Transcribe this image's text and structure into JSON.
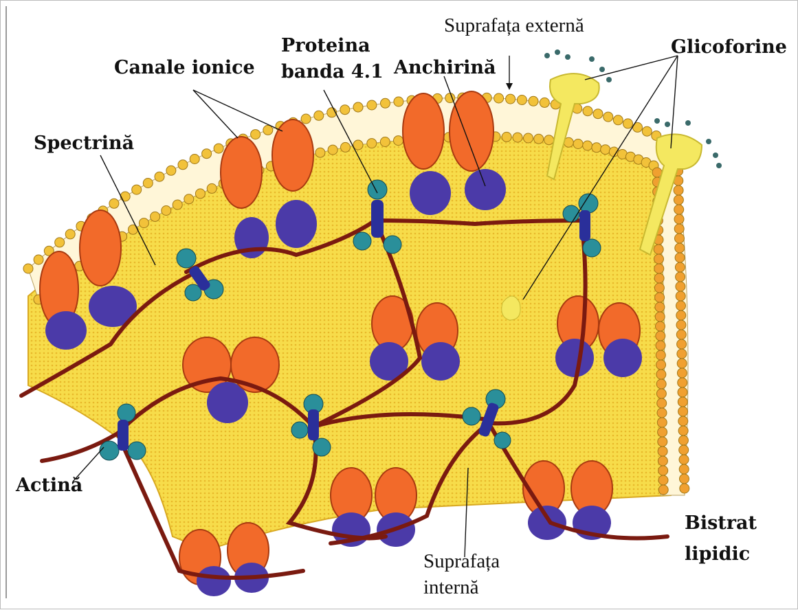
{
  "labels": {
    "suprafata_externa": "Suprafața externă",
    "glicoforine": "Glicoforine",
    "proteina": "Proteina",
    "banda": "banda 4.1",
    "canale_ionice": "Canale ionice",
    "anchirina": "Anchirină",
    "spectrina": "Spectrină",
    "actina": "Actină",
    "bistrat": "Bistrat",
    "lipidic": "lipidic",
    "suprafata_interna_1": "Suprafața",
    "suprafata_interna_2": "internă"
  },
  "colors": {
    "cytoplasm": "#f4d43a",
    "lipid_head": "#f2c23a",
    "outer_head": "#f0a030",
    "channel": "#f26a2a",
    "channel_base": "#4b3aa8",
    "spectrin": "#7a1a10",
    "actin": "#2a8f9a",
    "band41": "#2a2f9a",
    "glycophorin": "#f4e860",
    "sugar": "#3a6a6a"
  }
}
